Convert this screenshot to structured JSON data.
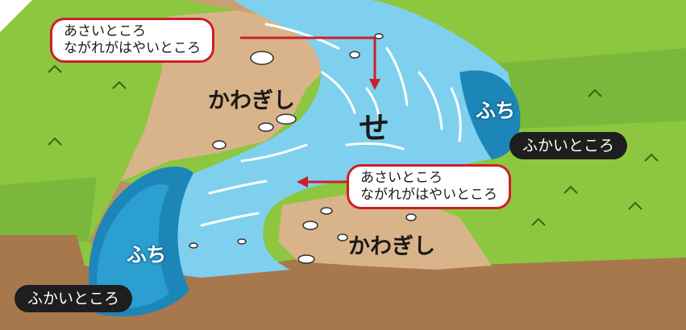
{
  "title": "",
  "labels": {
    "kawagishi_top": "かわぎし",
    "kawagishi_bottom": "かわぎし",
    "se": "せ",
    "fuchi_right": "ふち",
    "fuchi_left": "ふち"
  },
  "callouts": {
    "top": {
      "line1": "あさいところ",
      "line2": "ながれがはやいところ"
    },
    "middle": {
      "line1": "あさいところ",
      "line2": "ながれがはやいところ"
    }
  },
  "pills": {
    "right": "ふかいところ",
    "left": "ふかいところ"
  },
  "colors": {
    "grass": "#8dc63f",
    "grass_dark": "#5aa02c",
    "bank": "#d9b48a",
    "dirt": "#a8784d",
    "water": "#7fd0ef",
    "deep_water": "#1c86b8",
    "callout_border": "#cc1f2a",
    "pill_bg": "#1e1e1e",
    "sky_band": "#cfe9f5"
  }
}
